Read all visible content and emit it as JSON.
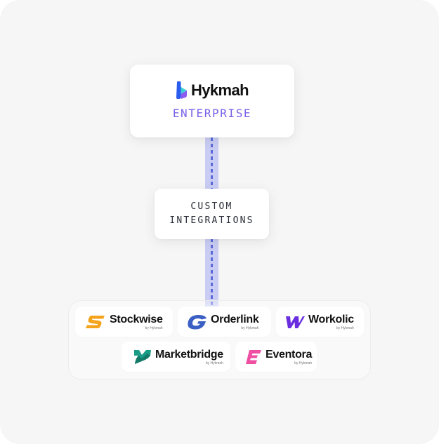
{
  "diagram": {
    "top": {
      "brand_name": "Hykmah",
      "brand_icon": "hykmah-logo-icon",
      "tier_label": "ENTERPRISE"
    },
    "middle": {
      "line1": "CUSTOM",
      "line2": "INTEGRATIONS"
    },
    "apps": [
      {
        "name": "Stockwise",
        "sub": "by Hykmah",
        "icon": "stockwise-logo-icon",
        "color": "#f5a31a"
      },
      {
        "name": "Orderlink",
        "sub": "by Hykmah",
        "icon": "orderlink-logo-icon",
        "color": "#3b5fc4"
      },
      {
        "name": "Workolic",
        "sub": "by Hykmah",
        "icon": "workolic-logo-icon",
        "color": "#6a2ee0"
      },
      {
        "name": "Marketbridge",
        "sub": "by Hykmah",
        "icon": "marketbridge-logo-icon",
        "color": "#1a9c86"
      },
      {
        "name": "Eventora",
        "sub": "by Hykmah",
        "icon": "eventora-logo-icon",
        "color": "#ee4fa3"
      }
    ],
    "colors": {
      "background": "#f6f6f6",
      "accent_purple": "#7b61e8",
      "connector": "#c9cdf3",
      "connector_dash": "#5d6ad9"
    }
  }
}
